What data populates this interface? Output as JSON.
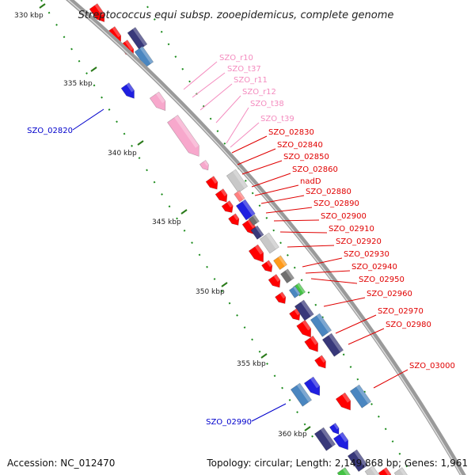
{
  "title": "Streptococcus equi subsp. zooepidemicus, complete genome",
  "footer": {
    "accession": "Accession: NC_012470",
    "summary": "Topology: circular; Length: 2,149,868 bp; Genes: 1,961"
  },
  "colors": {
    "backbone": "#8c8c8c",
    "red": "#ff0000",
    "pink": "#f7a8cc",
    "blue": "#1f1fe0",
    "navy": "#38387a",
    "steel": "#4a86c0",
    "lightgray": "#c8c8c8",
    "darkgray": "#707070",
    "orange": "#ff9a1a",
    "green": "#44c244",
    "salmon": "#ff8080",
    "tick": "#2a7a1a",
    "label_red": "#e00000",
    "label_pink": "#f48cbf",
    "label_blue": "#0000cc"
  },
  "scale": {
    "ticks": [
      "330 kbp",
      "335 kbp",
      "340 kbp",
      "345 kbp",
      "350 kbp",
      "355 kbp",
      "360 kbp"
    ]
  },
  "labels": [
    {
      "text": "SZO_r10",
      "color": "pink"
    },
    {
      "text": "SZO_t37",
      "color": "pink"
    },
    {
      "text": "SZO_r11",
      "color": "pink"
    },
    {
      "text": "SZO_r12",
      "color": "pink"
    },
    {
      "text": "SZO_t38",
      "color": "pink"
    },
    {
      "text": "SZO_t39",
      "color": "pink"
    },
    {
      "text": "SZO_02830",
      "color": "red"
    },
    {
      "text": "SZO_02840",
      "color": "red"
    },
    {
      "text": "SZO_02850",
      "color": "red"
    },
    {
      "text": "SZO_02860",
      "color": "red"
    },
    {
      "text": "nadD",
      "color": "red"
    },
    {
      "text": "SZO_02880",
      "color": "red"
    },
    {
      "text": "SZO_02890",
      "color": "red"
    },
    {
      "text": "SZO_02900",
      "color": "red"
    },
    {
      "text": "SZO_02910",
      "color": "red"
    },
    {
      "text": "SZO_02920",
      "color": "red"
    },
    {
      "text": "SZO_02930",
      "color": "red"
    },
    {
      "text": "SZO_02940",
      "color": "red"
    },
    {
      "text": "SZO_02950",
      "color": "red"
    },
    {
      "text": "SZO_02960",
      "color": "red"
    },
    {
      "text": "SZO_02970",
      "color": "red"
    },
    {
      "text": "SZO_02980",
      "color": "red"
    },
    {
      "text": "SZO_03000",
      "color": "red"
    },
    {
      "text": "SZO_02820",
      "color": "blue"
    },
    {
      "text": "SZO_02990",
      "color": "blue"
    }
  ]
}
